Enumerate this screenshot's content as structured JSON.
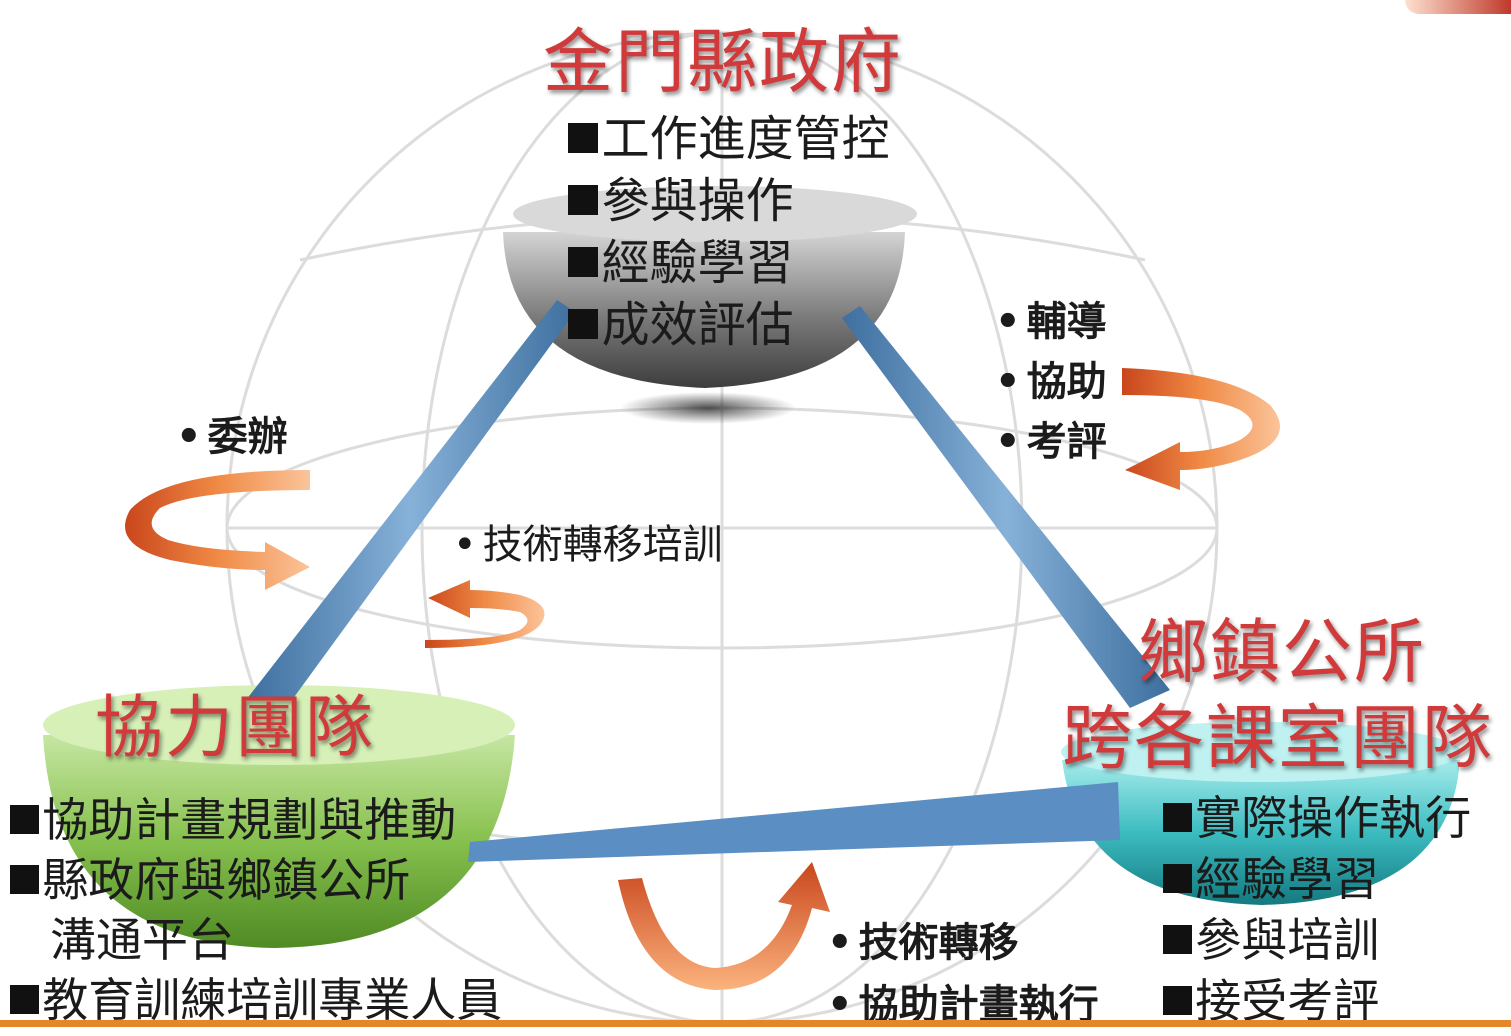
{
  "colors": {
    "title_red": "#d13a3a",
    "connector_blue": "#5b8ec2",
    "arrow_orange": "#e8732d",
    "gov_bowl": "#6f6f6f",
    "team_bowl": "#7ab648",
    "township_bowl": "#25a9b0"
  },
  "government": {
    "title": "金門縣政府",
    "items": [
      "工作進度管控",
      "參與操作",
      "經驗學習",
      "成效評估"
    ]
  },
  "team": {
    "title": "協力團隊",
    "items": [
      "協助計畫規劃與推動",
      "縣政府與鄉鎮公所",
      "溝通平台",
      "教育訓練培訓專業人員"
    ]
  },
  "township": {
    "title_line1": "鄉鎮公所",
    "title_line2": "跨各課室團隊",
    "items": [
      "實際操作執行",
      "經驗學習",
      "參與培訓",
      "接受考評"
    ]
  },
  "relations": {
    "gov_to_team": [
      "委辦"
    ],
    "team_to_team": [
      "技術轉移培訓"
    ],
    "gov_to_township": [
      "輔導",
      "協助",
      "考評"
    ],
    "team_to_township": [
      "技術轉移",
      "協助計畫執行"
    ]
  },
  "icons": [
    "globe-watermark-icon",
    "curved-arrow-icon",
    "square-bullet-icon"
  ]
}
